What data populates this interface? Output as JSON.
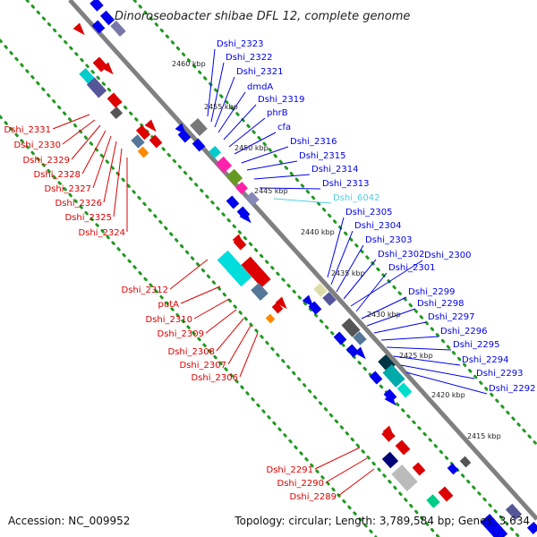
{
  "title": "Dinoroseobacter shibae DFL 12, complete genome",
  "accession_text": "Accession: NC_009952",
  "topology_text": "Topology: circular; Length: 3,789,584 bp; Genes: 3,634",
  "colors": {
    "backbone": "#808080",
    "forward_strand": "#0000ee",
    "reverse_strand": "#dd0000",
    "tick_dots": "#229922",
    "highlight_label": "#55ccdd"
  },
  "kbp_ticks": [
    "2460 kbp",
    "2455 kbp",
    "2450 kbp",
    "2445 kbp",
    "2440 kbp",
    "2435 kbp",
    "2430 kbp",
    "2425 kbp",
    "2420 kbp",
    "2415 kbp"
  ],
  "right_labels": [
    "Dshi_2323",
    "Dshi_2322",
    "Dshi_2321",
    "dmdA",
    "Dshi_2319",
    "phrB",
    "cfa",
    "Dshi_2316",
    "Dshi_2315",
    "Dshi_2314",
    "Dshi_2313",
    "Dshi_6042",
    "Dshi_2305",
    "Dshi_2304",
    "Dshi_2303",
    "Dshi_2302",
    "Dshi_2300",
    "Dshi_2301",
    "Dshi_2299",
    "Dshi_2298",
    "Dshi_2297",
    "Dshi_2296",
    "Dshi_2295",
    "Dshi_2294",
    "Dshi_2293",
    "Dshi_2292"
  ],
  "left_labels": [
    "Dshi_2331",
    "Dshi_2330",
    "Dshi_2329",
    "Dshi_2328",
    "Dshi_2327",
    "Dshi_2326",
    "Dshi_2325",
    "Dshi_2324",
    "Dshi_2312",
    "putA",
    "Dshi_2310",
    "Dshi_2309",
    "Dshi_2308",
    "Dshi_2307",
    "Dshi_2306",
    "Dshi_2291",
    "Dshi_2290",
    "Dshi_2289"
  ]
}
